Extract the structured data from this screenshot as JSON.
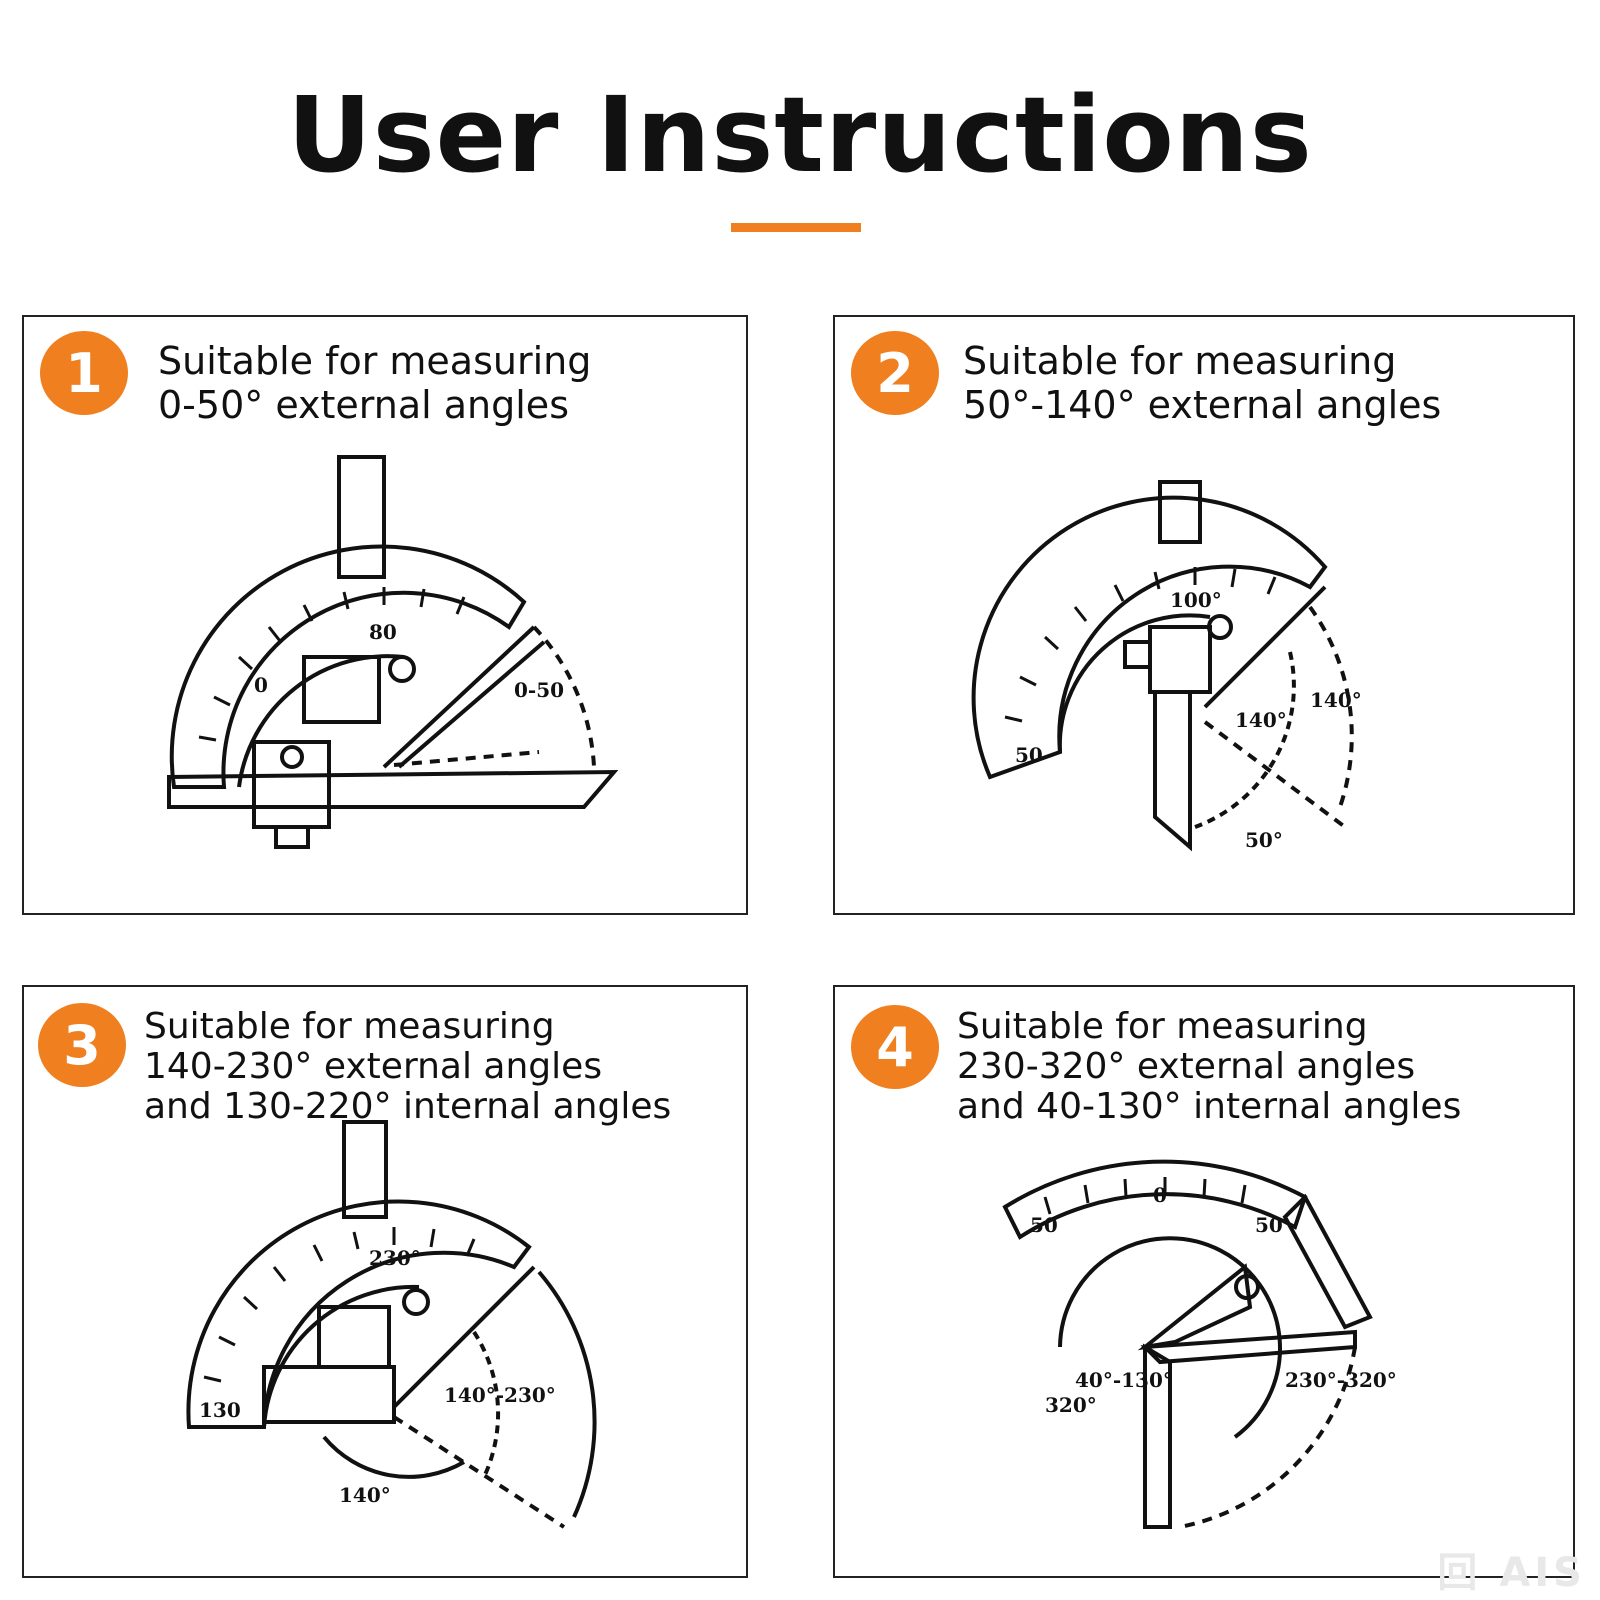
{
  "title": "User Instructions",
  "accent_color": "#f07f1f",
  "steps": [
    {
      "number": "1",
      "lines": [
        "Suitable for measuring",
        "0-50° external angles"
      ],
      "diagram_labels": [
        "80",
        "0",
        "0-50"
      ]
    },
    {
      "number": "2",
      "lines": [
        "Suitable for measuring",
        "50°-140° external angles"
      ],
      "diagram_labels": [
        "100°",
        "50",
        "140°",
        "140°",
        "50°"
      ]
    },
    {
      "number": "3",
      "lines": [
        "Suitable for measuring",
        "140-230° external angles",
        "and 130-220° internal angles"
      ],
      "diagram_labels": [
        "230°",
        "140°-230°",
        "140°",
        "130"
      ]
    },
    {
      "number": "4",
      "lines": [
        "Suitable for measuring",
        "230-320° external angles",
        "and 40-130° internal angles"
      ],
      "diagram_labels": [
        "0",
        "50",
        "50",
        "40°-130°",
        "230°-320°",
        "320°"
      ]
    }
  ],
  "watermark": "回 AIS"
}
